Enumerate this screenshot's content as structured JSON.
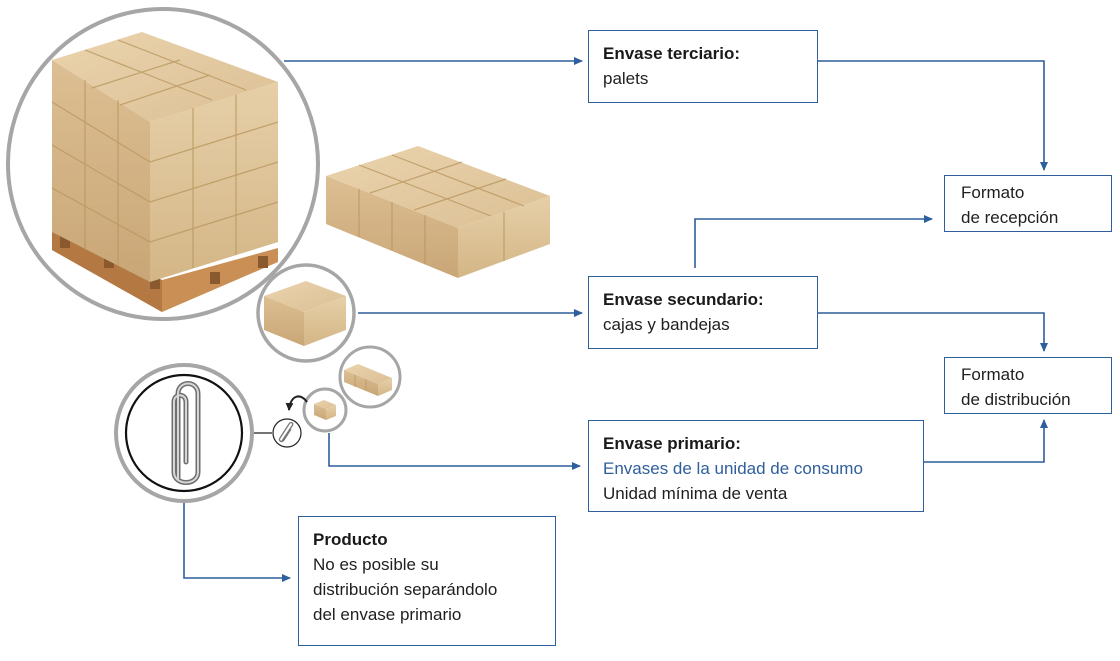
{
  "boxes": {
    "terciario": {
      "title": "Envase terciario:",
      "lines": [
        "palets"
      ]
    },
    "secundario": {
      "title": "Envase secundario:",
      "lines": [
        "cajas y bandejas"
      ]
    },
    "primario": {
      "title": "Envase primario:",
      "lines": [
        "Envases de la unidad de consumo",
        "Unidad mínima de venta"
      ]
    },
    "producto": {
      "title": "Producto",
      "lines": [
        "No es posible su",
        "distribución separándolo",
        "del envase primario"
      ]
    },
    "recepcion": {
      "lines": [
        "Formato",
        "de recepción"
      ]
    },
    "distribucion": {
      "lines": [
        "Formato",
        "de distribución"
      ]
    }
  },
  "colors": {
    "connector": "#2f5e9c",
    "accent_text": "#2f5e9c",
    "circle_border": "#a6a6a6",
    "cardboard": "#d9b98c",
    "pallet_wood": "#c98f55"
  },
  "icons": [
    "paperclip-icon",
    "curved-arrow-icon"
  ]
}
